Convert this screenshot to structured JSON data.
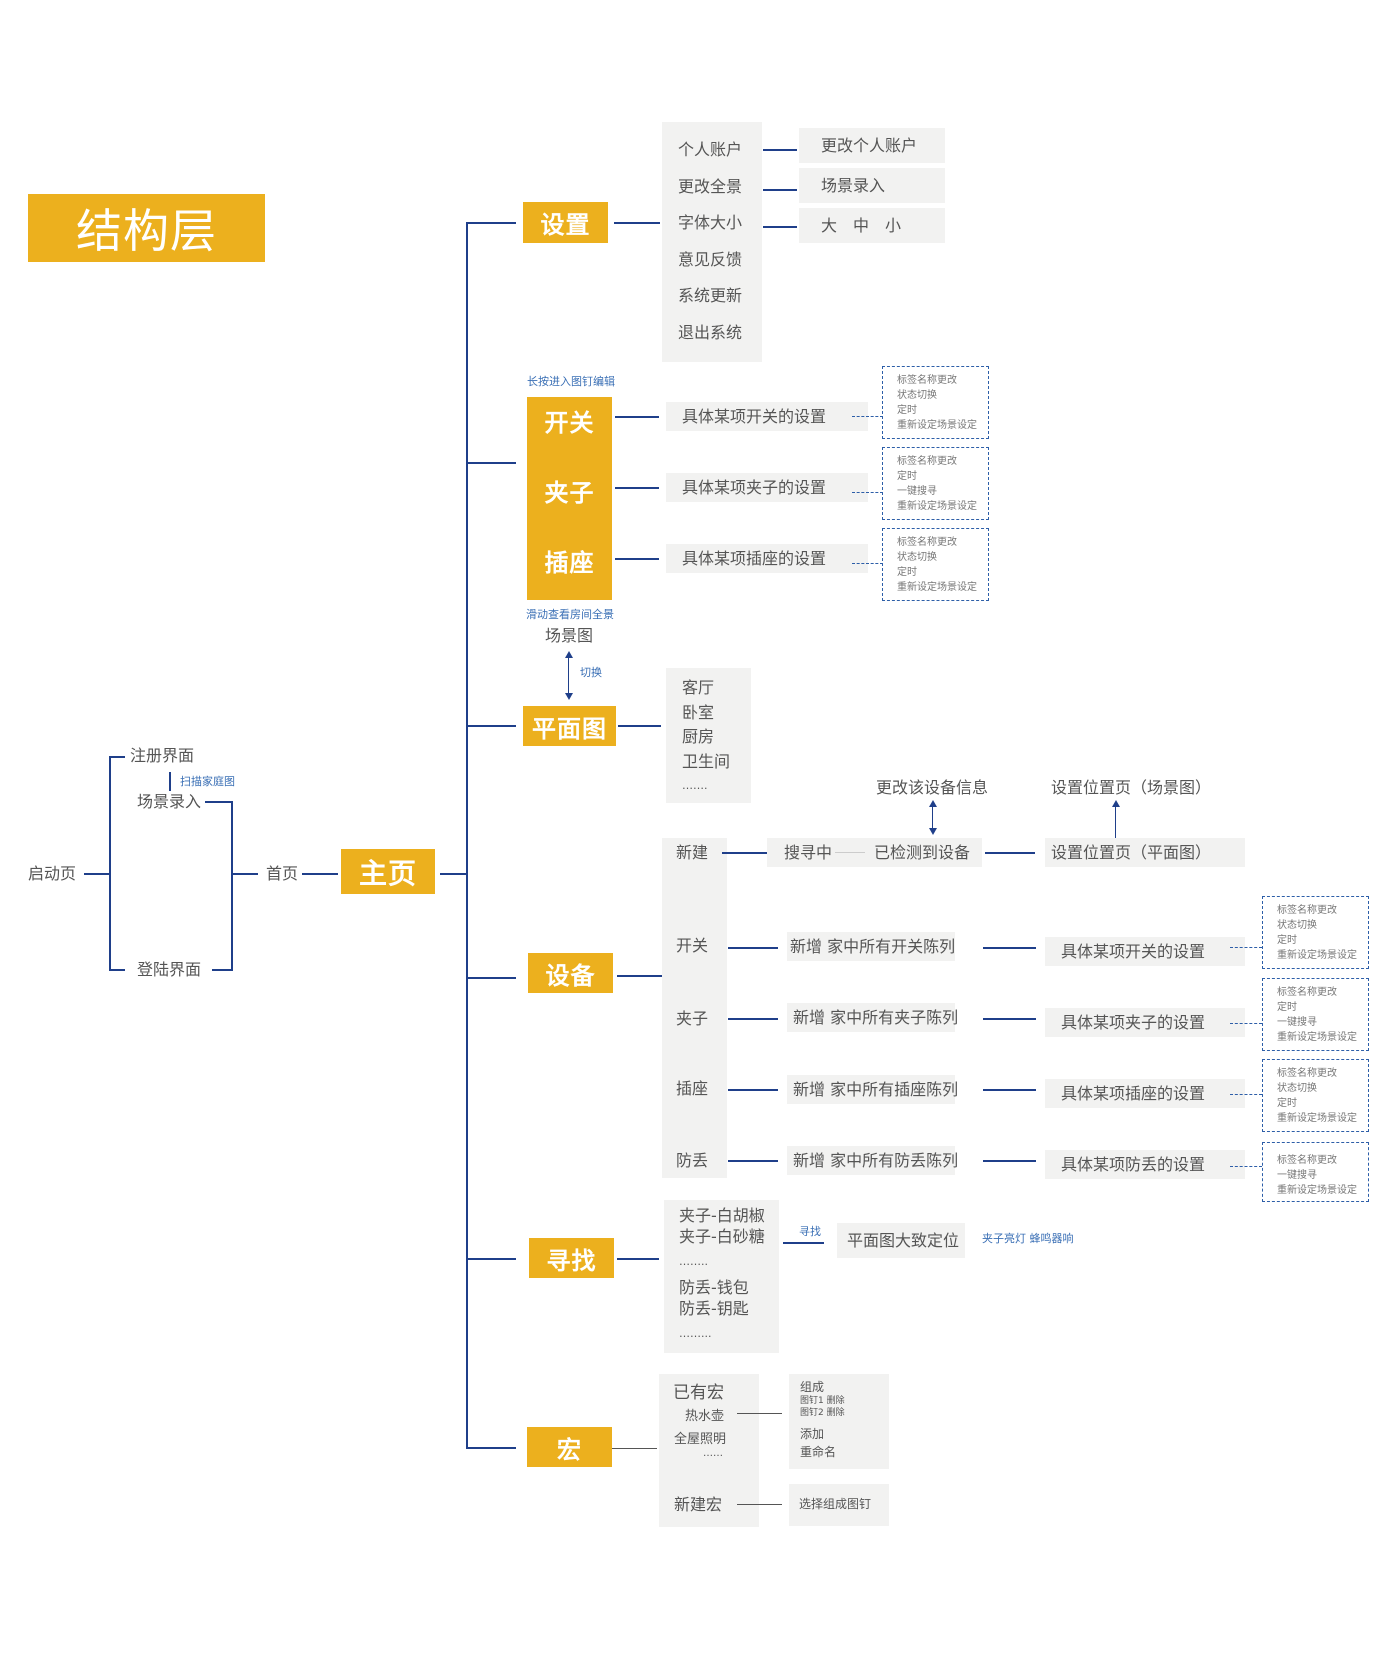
{
  "title": "结构层",
  "colors": {
    "accent": "#ecb01e",
    "line": "#1f3f8a",
    "note": "#3a6fb5",
    "panel": "#f2f2f1"
  },
  "entry": {
    "start": "启动页",
    "register": "注册界面",
    "scan_note": "扫描家庭图",
    "scene_entry": "场景录入",
    "login": "登陆界面",
    "home": "首页",
    "main": "主页"
  },
  "settings": {
    "label": "设置",
    "items": [
      "个人账户",
      "更改全景",
      "字体大小",
      "意见反馈",
      "系统更新",
      "退出系统"
    ],
    "sub": [
      "更改个人账户",
      "场景录入",
      "大　中　小"
    ]
  },
  "scene": {
    "top_note": "长按进入图钉编辑",
    "labels": [
      "开关",
      "夹子",
      "插座"
    ],
    "settings": [
      "具体某项开关的设置",
      "具体某项夹子的设置",
      "具体某项插座的设置"
    ],
    "options": [
      [
        "标签名称更改",
        "状态切换",
        "定时",
        "重新设定场景设定"
      ],
      [
        "标签名称更改",
        "定时",
        "一键搜寻",
        "重新设定场景设定"
      ],
      [
        "标签名称更改",
        "状态切换",
        "定时",
        "重新设定场景设定"
      ]
    ],
    "bottom_note": "滑动查看房间全景",
    "scene_map": "场景图",
    "switch_note": "切换"
  },
  "floorplan": {
    "label": "平面图",
    "rooms": [
      "客厅",
      "卧室",
      "厨房",
      "卫生间",
      "……."
    ]
  },
  "devices": {
    "label": "设备",
    "categories": [
      "新建",
      "开关",
      "夹子",
      "插座",
      "防丢"
    ],
    "new_flow": {
      "searching": "搜寻中",
      "detected": "已检测到设备",
      "edit_info": "更改该设备信息",
      "set_location_plan": "设置位置页（平面图）",
      "set_location_scene": "设置位置页（场景图）"
    },
    "lists": [
      "新增  家中所有开关陈列",
      "新增 家中所有夹子陈列",
      "新增 家中所有插座陈列",
      "新增 家中所有防丢陈列"
    ],
    "settings": [
      "具体某项开关的设置",
      "具体某项夹子的设置",
      "具体某项插座的设置",
      "具体某项防丢的设置"
    ],
    "options": [
      [
        "标签名称更改",
        "状态切换",
        "定时",
        "重新设定场景设定"
      ],
      [
        "标签名称更改",
        "定时",
        "一键搜寻",
        "重新设定场景设定"
      ],
      [
        "标签名称更改",
        "状态切换",
        "定时",
        "重新设定场景设定"
      ],
      [
        "标签名称更改",
        "一键搜寻",
        "重新设定场景设定"
      ]
    ]
  },
  "find": {
    "label": "寻找",
    "items": [
      "夹子-白胡椒",
      "夹子-白砂糖",
      "……..",
      "防丢-钱包",
      "防丢-钥匙",
      "……..."
    ],
    "action_note": "寻找",
    "result": "平面图大致定位",
    "feedback": "夹子亮灯  蜂鸣器响"
  },
  "macro": {
    "label": "宏",
    "existing": "已有宏",
    "examples": [
      "热水壶",
      "全屋照明",
      "……"
    ],
    "new": "新建宏",
    "edit": {
      "title": "组成",
      "pins": [
        "图钉1 删除",
        "图钉2 删除"
      ],
      "add": "添加",
      "rename": "重命名"
    },
    "select_pins": "选择组成图钉"
  }
}
